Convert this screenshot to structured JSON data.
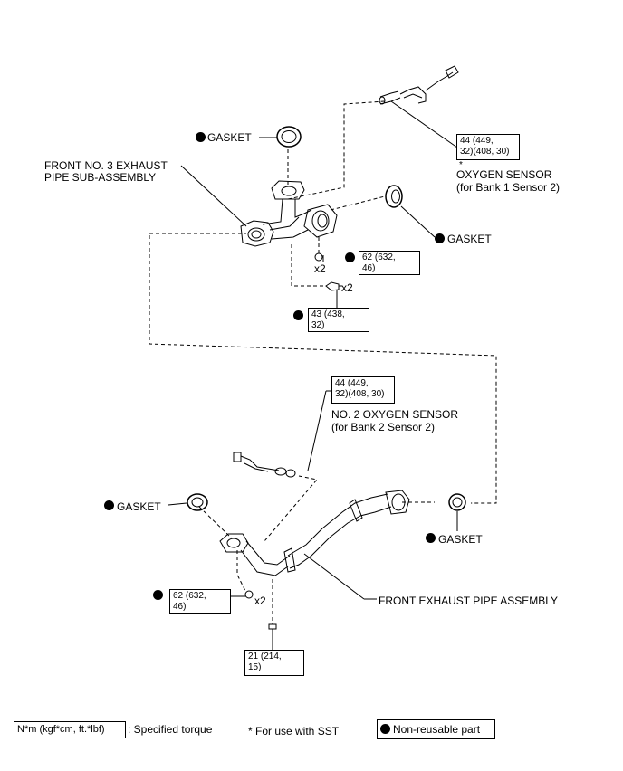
{
  "labels": {
    "gasket": "GASKET",
    "front_no3_line1": "FRONT NO. 3 EXHAUST",
    "front_no3_line2": "PIPE SUB-ASSEMBLY",
    "oxygen_sensor": "OXYGEN SENSOR",
    "oxygen_sensor_sub": "(for Bank 1 Sensor 2)",
    "no2_oxygen_sensor": "NO. 2 OXYGEN SENSOR",
    "no2_oxygen_sensor_sub": "(for Bank 2 Sensor 2)",
    "front_exhaust_pipe": "FRONT EXHAUST PIPE ASSEMBLY",
    "x2": "x2",
    "asterisk": "*"
  },
  "torques": {
    "o2_bank1": {
      "line1": "44 (449,",
      "line2": "32)(408, 30)"
    },
    "nut_upper": {
      "line1": "62 (632,",
      "line2": "46)"
    },
    "bolt_upper": {
      "line1": "43 (438,",
      "line2": "32)"
    },
    "o2_bank2": {
      "line1": "44 (449,",
      "line2": "32)(408, 30)"
    },
    "nut_lower": {
      "line1": "62 (632,",
      "line2": "46)"
    },
    "bolt_lower": {
      "line1": "21 (214,",
      "line2": "15)"
    }
  },
  "legend": {
    "unit_box": "N*m (kgf*cm, ft.*lbf)",
    "unit_text": ": Specified torque",
    "sst_note": "* For use with SST",
    "nonreusable": "Non-reusable part"
  }
}
